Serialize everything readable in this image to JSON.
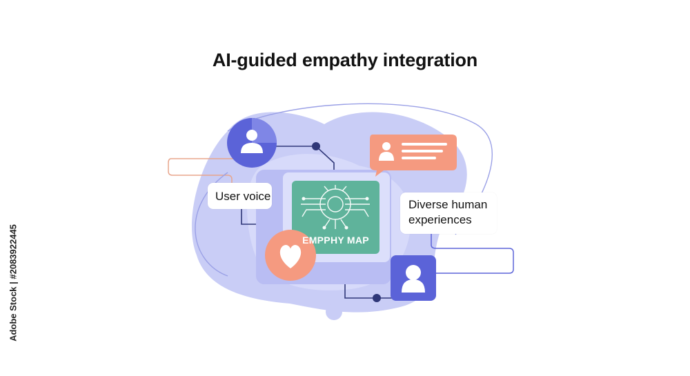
{
  "title": "AI-guided empathy integration",
  "labels": {
    "user_voice": "User voice",
    "diverse_line1": "Diverse human",
    "diverse_line2": "experiences",
    "map": "EMPPHY MAP"
  },
  "watermark": "Adobe Stock | #2083922445",
  "icons": [
    "user-icon",
    "profile-card-icon",
    "circuit-brain-icon",
    "heart-icon",
    "person-avatar-icon"
  ],
  "colors": {
    "blob": "#c9cdf6",
    "blob_light": "#dfe2fb",
    "indigo": "#5b63d8",
    "coral": "#f59a80",
    "teal": "#5fb39b",
    "navy": "#2f3778"
  }
}
